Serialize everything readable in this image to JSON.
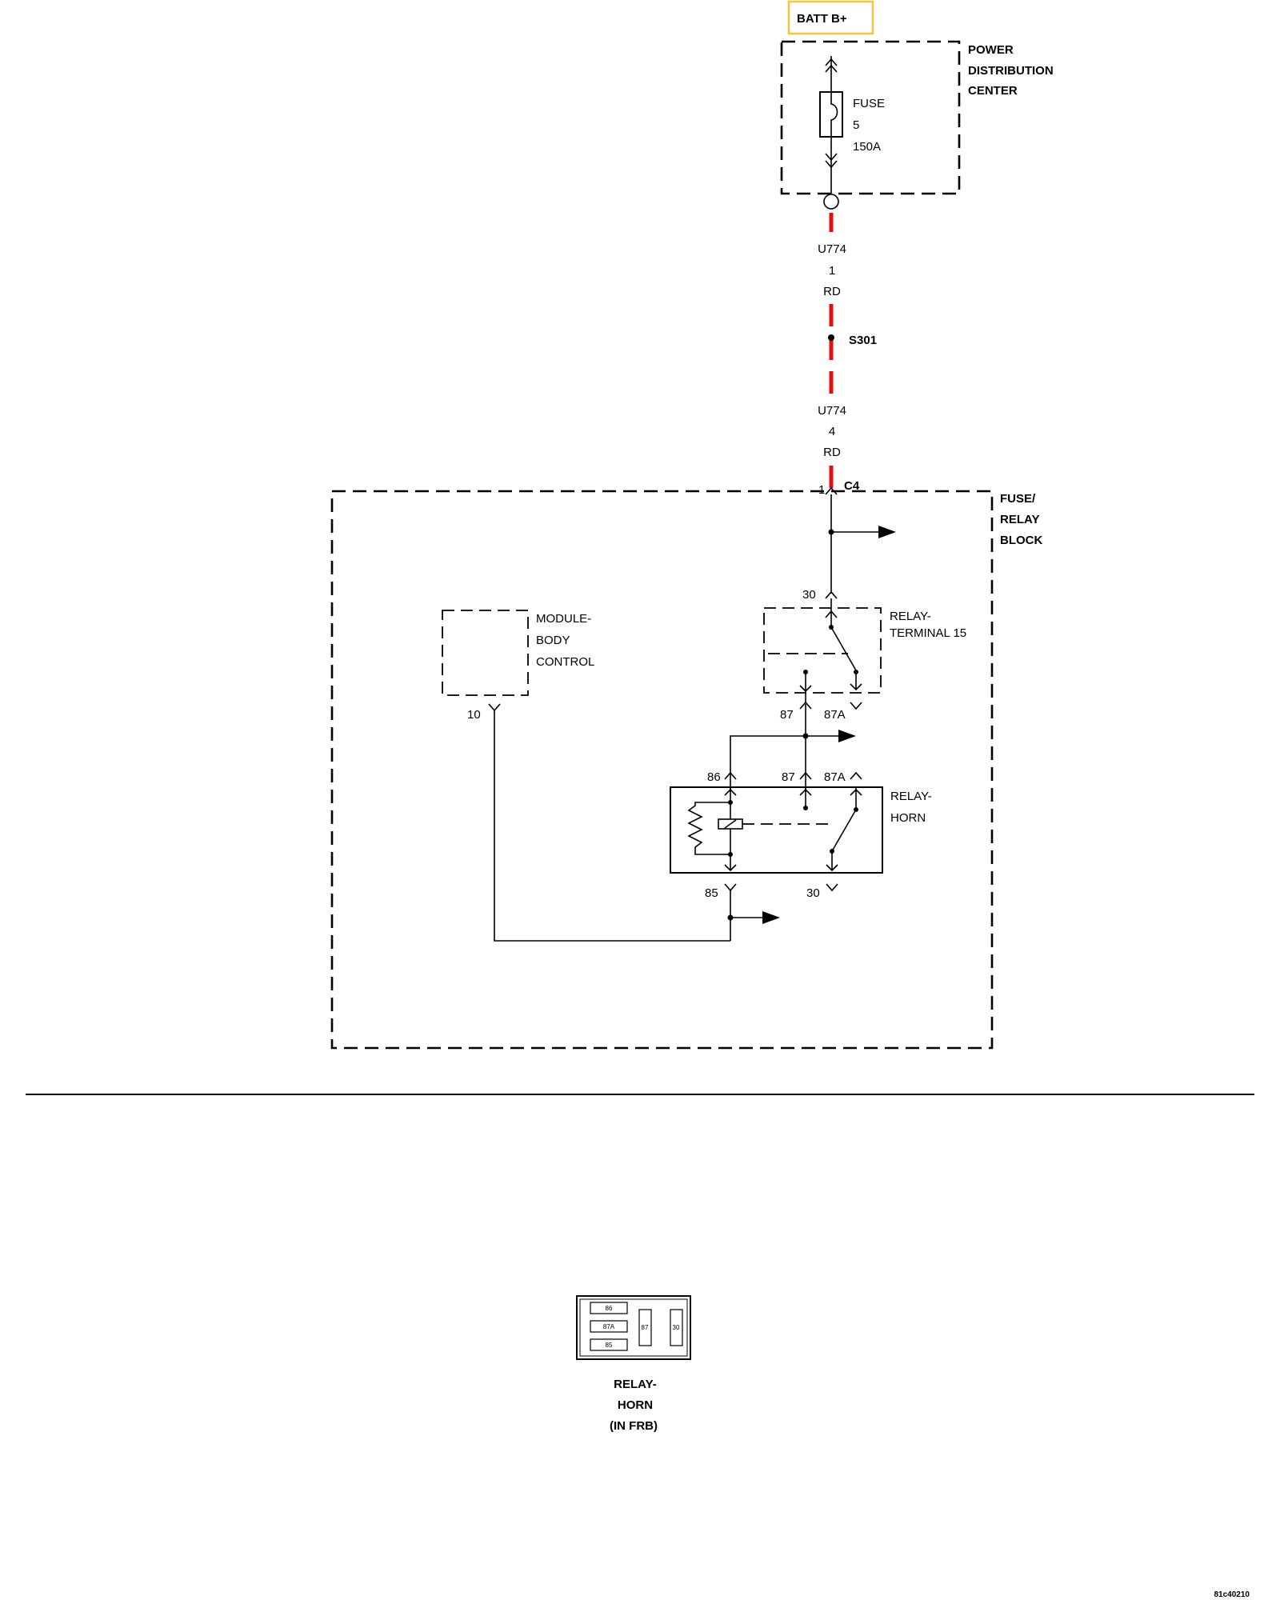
{
  "batt": {
    "label": "BATT B+",
    "border_color": "#f5c542"
  },
  "pdc": {
    "line1": "POWER",
    "line2": "DISTRIBUTION",
    "line3": "CENTER"
  },
  "fuse": {
    "label": "FUSE",
    "number": "5",
    "rating": "150A"
  },
  "wire_top": {
    "circuit": "U774",
    "pin": "1",
    "color": "RD"
  },
  "splice": {
    "label": "S301"
  },
  "wire_bottom": {
    "circuit": "U774",
    "pin": "4",
    "color": "RD"
  },
  "connector": {
    "pin": "1",
    "name": "C4"
  },
  "frb": {
    "line1": "FUSE/",
    "line2": "RELAY",
    "line3": "BLOCK"
  },
  "bcm": {
    "line1": "MODULE-",
    "line2": "BODY",
    "line3": "CONTROL",
    "pin": "10"
  },
  "relay_t15": {
    "line1": "RELAY-",
    "line2": "TERMINAL 15",
    "pin_30": "30",
    "pin_87": "87",
    "pin_87a": "87A"
  },
  "relay_horn": {
    "line1": "RELAY-",
    "line2": "HORN",
    "pin_86": "86",
    "pin_87": "87",
    "pin_87a": "87A",
    "pin_85": "85",
    "pin_30": "30"
  },
  "locator": {
    "slot_86": "86",
    "slot_87a": "87A",
    "slot_85": "85",
    "slot_87": "87",
    "slot_30": "30",
    "line1": "RELAY-",
    "line2": "HORN",
    "line3": "(IN FRB)"
  },
  "footer": {
    "ref": "81c40210"
  },
  "colors": {
    "wire_red": "#e01010",
    "outline": "#000000"
  }
}
